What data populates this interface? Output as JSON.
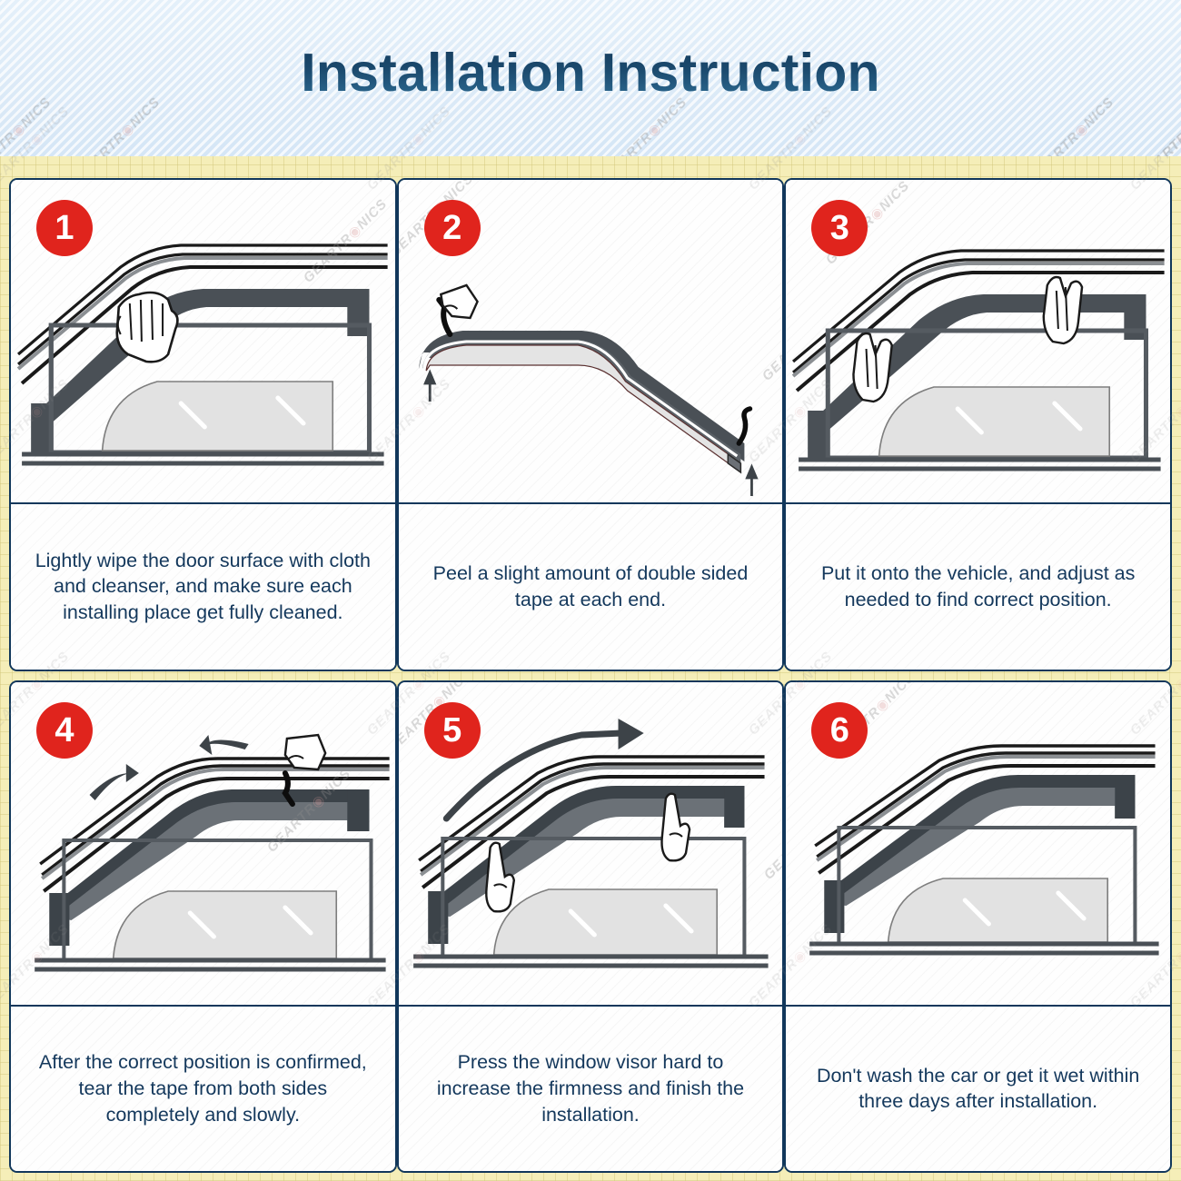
{
  "header": {
    "title": "Installation Instruction",
    "watermark": "GEARTRONICS",
    "watermark_mark": "◉"
  },
  "colors": {
    "header_bg": "#dceaf7",
    "title_text": "#1b4a6e",
    "page_border_bg": "#f5eeb8",
    "panel_border": "#11375b",
    "badge_red": "#e0241d",
    "badge_text": "#ffffff",
    "caption_text": "#14385c",
    "glass_fill": "#e2e2e2",
    "frame_dark": "#4a5056",
    "outline": "#1a1a1a"
  },
  "steps": [
    {
      "number": "1",
      "caption": "Lightly wipe the door surface with cloth and cleanser, and make sure each installing place get fully cleaned.",
      "illustration": "car-door-hand-wiping"
    },
    {
      "number": "2",
      "caption": "Peel a slight amount of double sided tape at each end.",
      "illustration": "visor-profile-peel-tape"
    },
    {
      "number": "3",
      "caption": "Put it onto the vehicle, and adjust as needed to find correct position.",
      "illustration": "two-hands-positioning-visor"
    },
    {
      "number": "4",
      "caption": "After the correct position is confirmed, tear the tape from both sides completely and slowly.",
      "illustration": "tear-tape-both-sides-arrows"
    },
    {
      "number": "5",
      "caption": "Press the window visor hard to increase the firmness and finish the installation.",
      "illustration": "fingers-pressing-visor-arrow"
    },
    {
      "number": "6",
      "caption": "Don't wash the car or get it wet within three days after installation.",
      "illustration": "completed-installation"
    }
  ]
}
